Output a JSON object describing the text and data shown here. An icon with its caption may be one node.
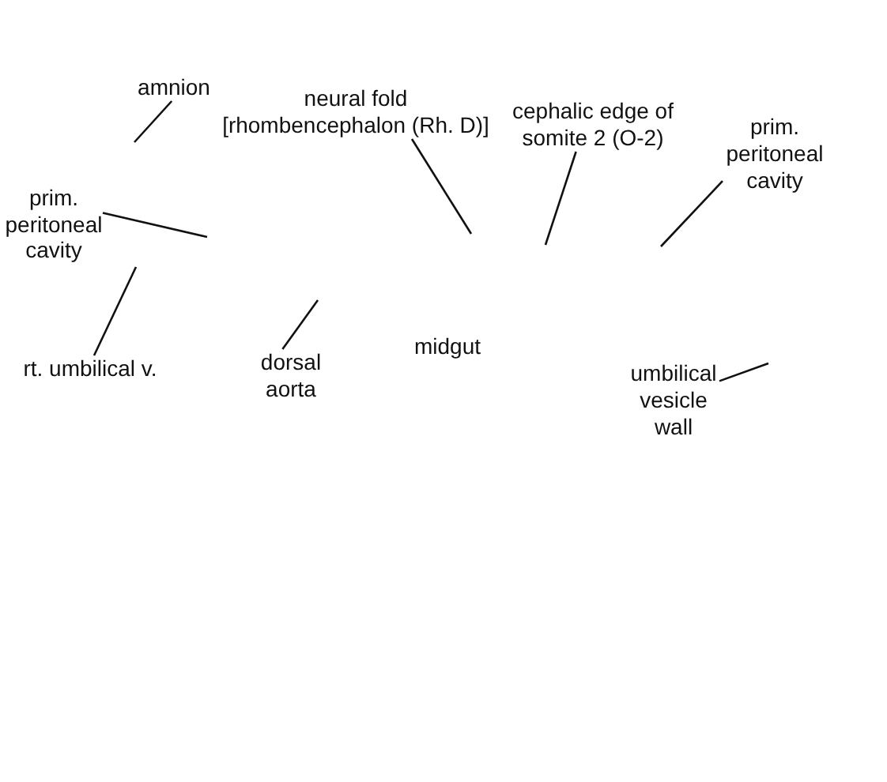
{
  "diagram": {
    "nodes": [
      {
        "text": [
          "amnion"
        ]
      },
      {
        "text": [
          "neural fold [rhombencephalon (Rh. D)]"
        ]
      },
      {
        "text": [
          "cephalic edge of somite 2 (O-2)"
        ]
      },
      {
        "text": [
          "prim. peritoneal cavity"
        ]
      },
      {
        "text": [
          "prim. peritoneal cavity"
        ]
      },
      {
        "text": [
          "rt. umbilical v."
        ]
      },
      {
        "text": [
          "dorsal aorta"
        ]
      },
      {
        "text": [
          "umbilical vesicle wall"
        ]
      }
    ],
    "edges": [
      {
        "from": 0,
        "to": null,
        "arrow": "none"
      },
      {
        "from": 1,
        "to": null,
        "arrow": "none"
      },
      {
        "from": 2,
        "to": null,
        "arrow": "none"
      },
      {
        "from": 3,
        "to": null,
        "arrow": "none"
      },
      {
        "from": 4,
        "to": null,
        "arrow": "none"
      },
      {
        "from": 5,
        "to": null,
        "arrow": "none"
      },
      {
        "from": 6,
        "to": null,
        "arrow": "none"
      },
      {
        "from": 7,
        "to": null,
        "arrow": "none"
      }
    ],
    "labels": [
      "midgut"
    ]
  }
}
